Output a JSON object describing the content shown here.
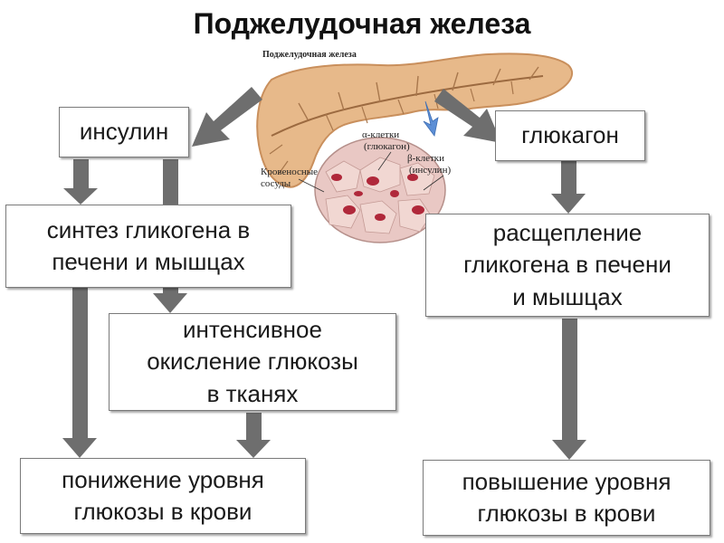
{
  "title": "Поджелудочная железа",
  "illustration": {
    "caption": "Поджелудочная железа",
    "alpha_label": "α-клетки",
    "alpha_sub": "(глюкагон)",
    "beta_label": "β-клетки",
    "beta_sub": "(инсулин)",
    "vessels_label_1": "Кровеносные",
    "vessels_label_2": "сосуды"
  },
  "boxes": {
    "insulin": "инсулин",
    "glucagon": "глюкагон",
    "glycogen_synthesis_1": "синтез гликогена в",
    "glycogen_synthesis_2": "печени и мышцах",
    "oxidation_1": "интенсивное",
    "oxidation_2": "окисление глюкозы",
    "oxidation_3": "в тканях",
    "lower_glucose_1": "понижение уровня",
    "lower_glucose_2": "глюкозы в крови",
    "glycogen_breakdown_1": "расщепление",
    "glycogen_breakdown_2": "гликогена в печени",
    "glycogen_breakdown_3": "и мышцах",
    "raise_glucose_1": "повышение уровня",
    "raise_glucose_2": "глюкозы в крови"
  },
  "colors": {
    "arrow": "#6e6e6e",
    "gland": "#e7b98a",
    "gland_dark": "#c98f5c",
    "islet": "#e9c8c4",
    "cell": "#b0283a",
    "pointer": "#5d8fd6"
  }
}
